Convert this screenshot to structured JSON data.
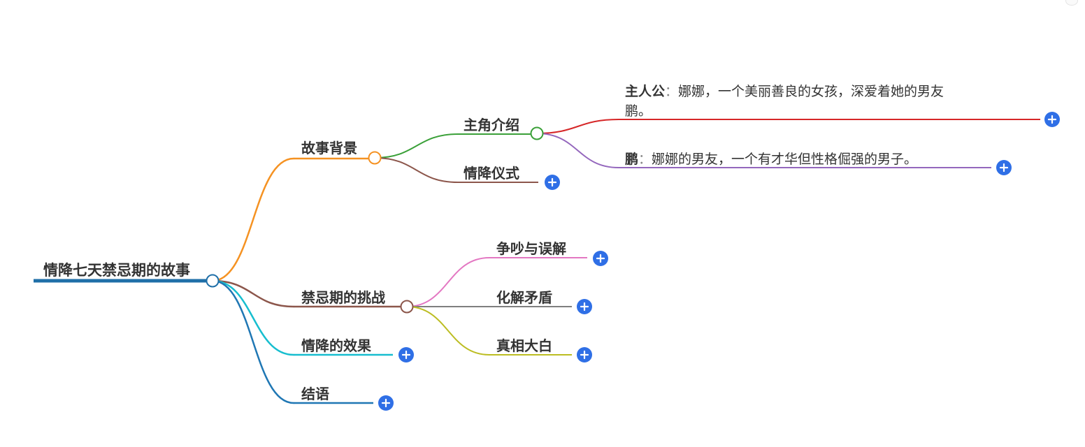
{
  "mindmap": {
    "root": {
      "label": "情降七天禁忌期的故事",
      "color": "#1f6fa8"
    },
    "branches": [
      {
        "label": "故事背景",
        "color": "#f59222",
        "collapsible": true,
        "children": [
          {
            "label": "主角介绍",
            "color": "#3aa038",
            "collapsible": true,
            "children": [
              {
                "term": "主人公",
                "sep": "：",
                "text_line1": "娜娜，一个美丽善良的女孩，深爱着她的男友",
                "text_line2": "鹏。",
                "color": "#d62728"
              },
              {
                "term": "鹏",
                "sep": "：",
                "text_line1": "娜娜的男友，一个有才华但性格倔强的男子。",
                "color": "#9467bd"
              }
            ]
          },
          {
            "label": "情降仪式",
            "color": "#8c564b",
            "collapsible": false
          }
        ]
      },
      {
        "label": "禁忌期的挑战",
        "color": "#8c564b",
        "collapsible": true,
        "children": [
          {
            "label": "争吵与误解",
            "color": "#e377c2"
          },
          {
            "label": "化解矛盾",
            "color": "#7f7f7f"
          },
          {
            "label": "真相大白",
            "color": "#bcbd22"
          }
        ]
      },
      {
        "label": "情降的效果",
        "color": "#17becf",
        "collapsible": false
      },
      {
        "label": "结语",
        "color": "#1f77b4",
        "collapsible": false
      }
    ],
    "expand_button_color": "#2f6fe6"
  }
}
